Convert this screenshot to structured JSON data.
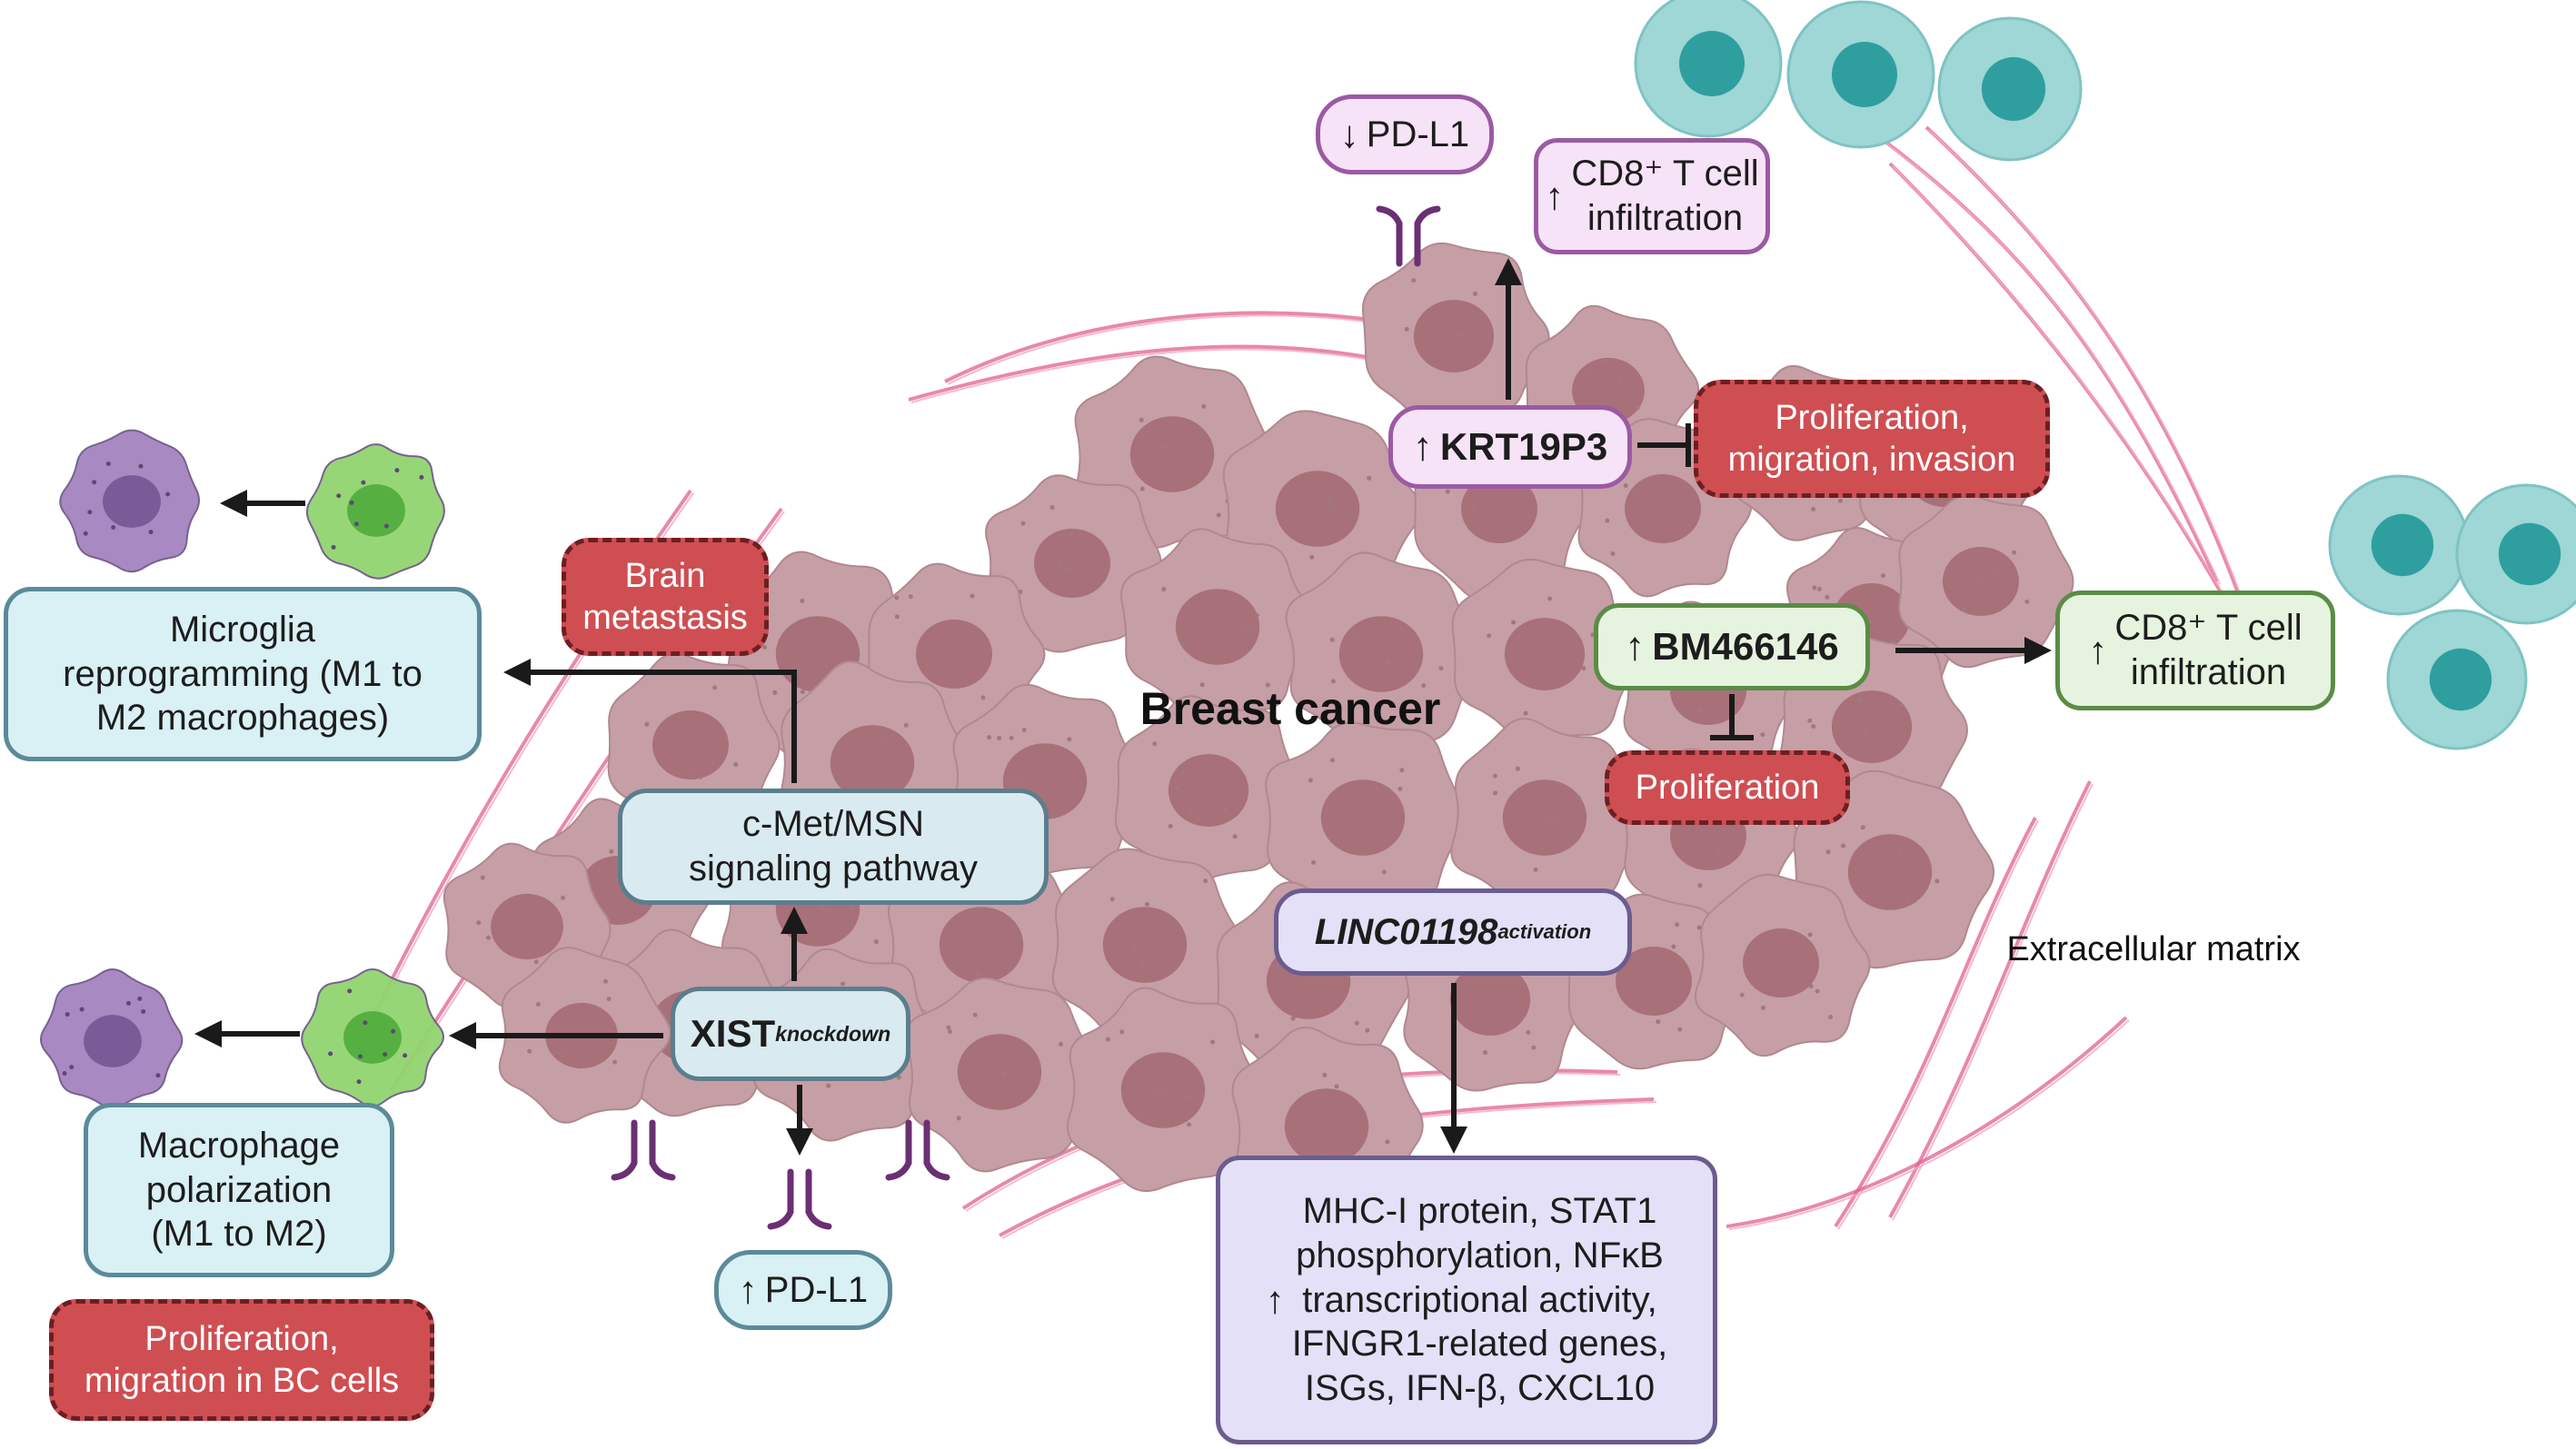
{
  "title": "Breast cancer",
  "ecm_label": "Extracellular matrix",
  "arrow_glyph": "↑",
  "down_glyph": "↓",
  "colors": {
    "tumor_cell": "#c69ea6",
    "tumor_nucleus": "#a87079",
    "ecm_fiber": "#e0608f",
    "tcell": "#9fd6d6",
    "tcell_nucleus": "#2f9e9f",
    "microglia_m1": "#92d46f",
    "macrophage_m2": "#a483bf",
    "receptor": "#6b2f74",
    "arrow": "#1a1a1a",
    "red_box": "#cf4e52"
  },
  "boxes": {
    "pdl1_top": {
      "label": "PD-L1"
    },
    "cd8_top": {
      "line1": "CD8⁺ T cell",
      "line2": "infiltration"
    },
    "krt19p3": {
      "label": "KRT19P3"
    },
    "prolif_migration_invasion": {
      "line1": "Proliferation,",
      "line2": "migration, invasion"
    },
    "brain_metastasis": {
      "line1": "Brain",
      "line2": "metastasis"
    },
    "microglia": {
      "line1": "Microglia",
      "line2": "reprogramming (M1 to",
      "line3": "M2 macrophages)"
    },
    "bm466146": {
      "label": "BM466146"
    },
    "cd8_right": {
      "line1": "CD8⁺ T cell",
      "line2": "infiltration"
    },
    "proliferation": {
      "label": "Proliferation"
    },
    "cmet": {
      "line1": "c-Met/MSN",
      "line2": "signaling pathway"
    },
    "linc01198": {
      "label": "LINC01198",
      "sup": "activation"
    },
    "xist": {
      "label": "XIST",
      "sup": "knockdown"
    },
    "macrophage_polarization": {
      "line1": "Macrophage",
      "line2": "polarization",
      "line3": "(M1 to M2)"
    },
    "pdl1_bottom": {
      "label": "PD-L1"
    },
    "prolif_migration_bc": {
      "line1": "Proliferation,",
      "line2": "migration in BC cells"
    },
    "mhc": {
      "line1": "MHC-I protein, STAT1",
      "line2": "phosphorylation, NFκB",
      "line3": "transcriptional activity,",
      "line4": "IFNGR1-related genes,",
      "line5": "ISGs, IFN-β, CXCL10"
    }
  }
}
